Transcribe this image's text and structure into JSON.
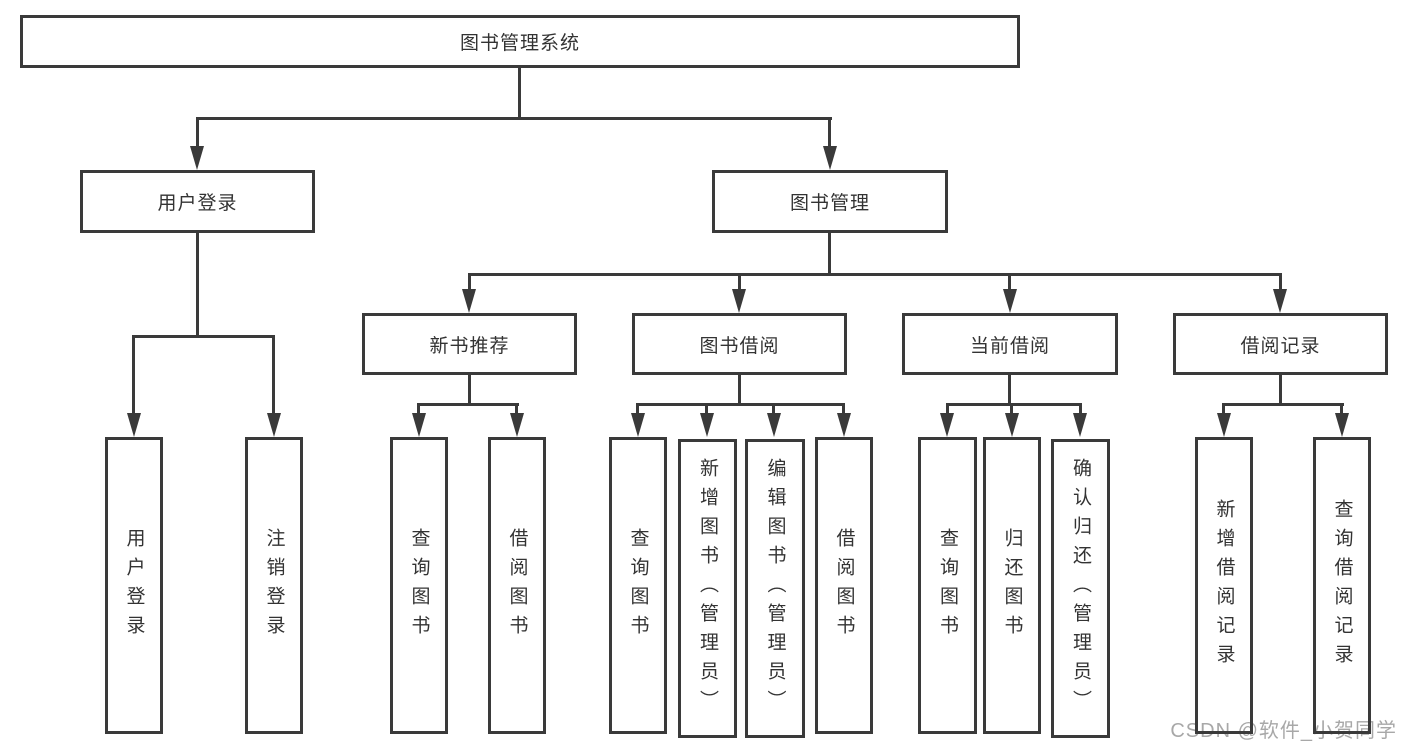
{
  "nodes": {
    "root": "图书管理系统",
    "user_login": "用户登录",
    "book_mgmt": "图书管理",
    "l3": [
      "新书推荐",
      "图书借阅",
      "当前借阅",
      "借阅记录"
    ],
    "user_leaves": [
      "用户登录",
      "注销登录"
    ],
    "newbook_leaves": [
      "查询图书",
      "借阅图书"
    ],
    "borrow_leaves": [
      "查询图书",
      "新增图书（管理员）",
      "编辑图书（管理员）",
      "借阅图书"
    ],
    "current_leaves": [
      "查询图书",
      "归还图书",
      "确认归还（管理员）"
    ],
    "record_leaves": [
      "新增借阅记录",
      "查询借阅记录"
    ]
  },
  "watermark": {
    "text": "CSDN @软件_小贺同学"
  },
  "colors": {
    "line": "#3a3a3a",
    "text": "#333333",
    "background": "#ffffff",
    "watermark": "#a8a8a8"
  }
}
